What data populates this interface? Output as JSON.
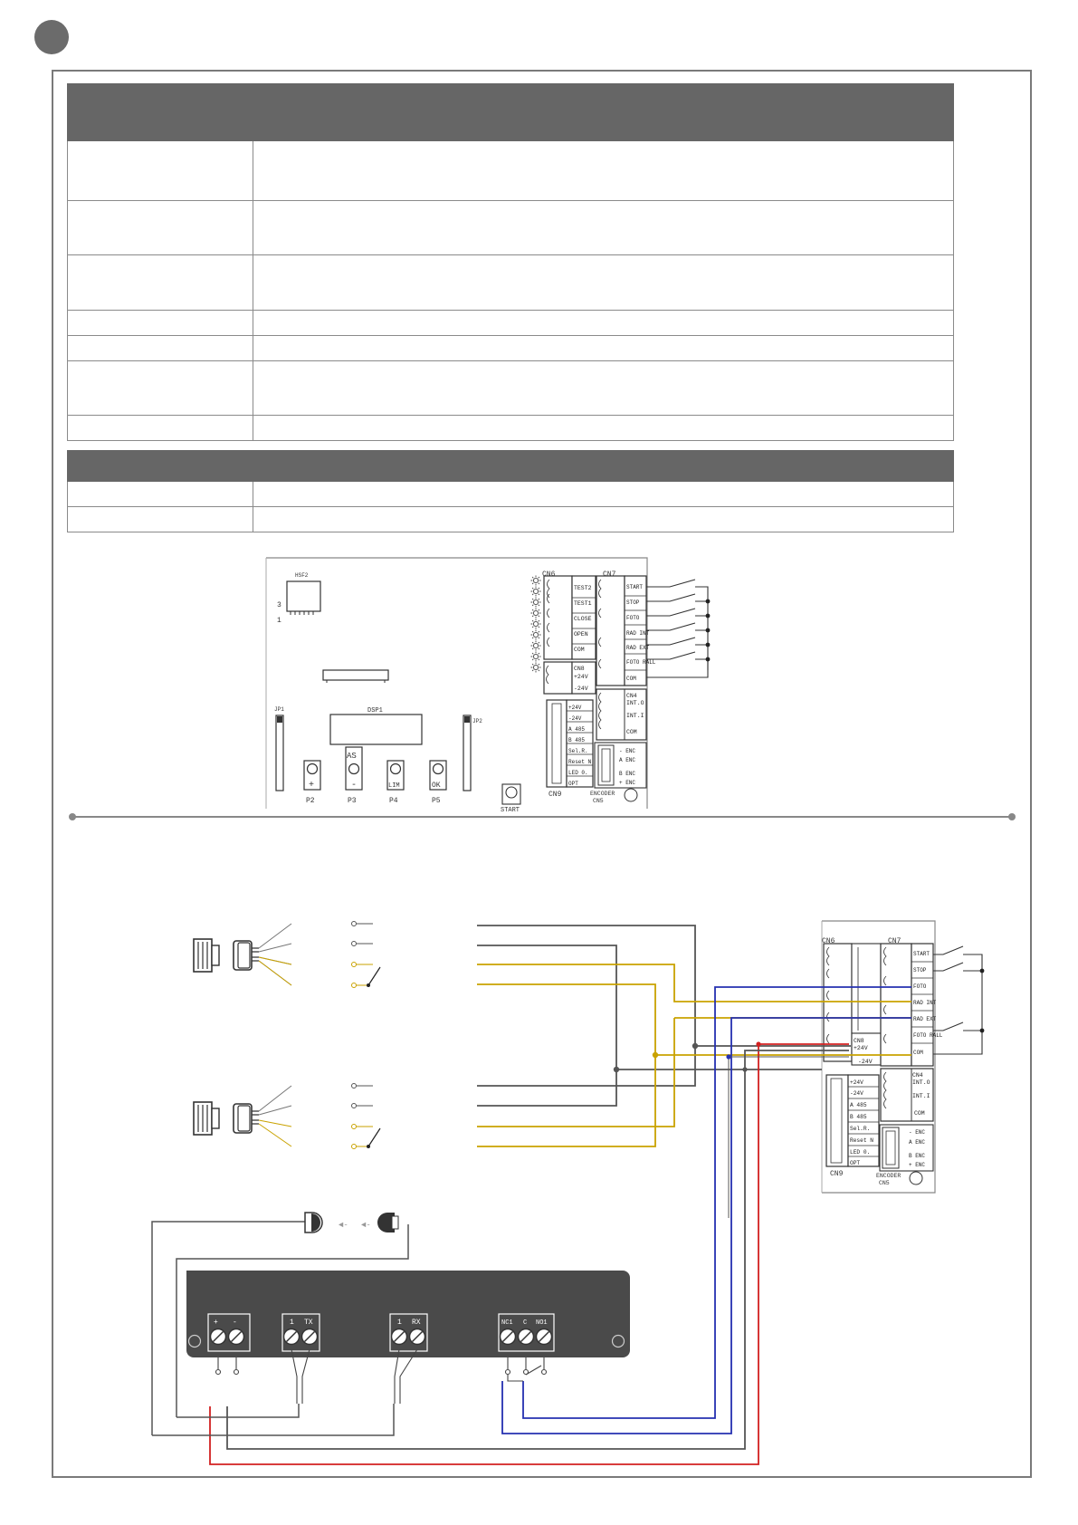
{
  "table1": {
    "header": "",
    "rows": [
      {
        "label": "",
        "value": ""
      },
      {
        "label": "",
        "value": ""
      },
      {
        "label": "",
        "value": ""
      },
      {
        "label": "",
        "value": ""
      },
      {
        "label": "",
        "value": ""
      },
      {
        "label": "",
        "value": ""
      },
      {
        "label": "",
        "value": ""
      }
    ]
  },
  "table2": {
    "header": "",
    "rows": [
      {
        "label": "",
        "value": ""
      },
      {
        "label": "",
        "value": ""
      }
    ]
  },
  "board1": {
    "hsf": "HSF2",
    "pin3": "3",
    "pin1": "1",
    "jp1": "JP1",
    "jp2": "JP2",
    "dsp": "DSP1",
    "cn6": "CN6",
    "cn7": "CN7",
    "cn8": "CN8",
    "cn4": "CN4",
    "cn9": "CN9",
    "cn5": "CN5",
    "encoder": "ENCODER",
    "start_btn": "START",
    "btn_as": "AS",
    "btn_plus": "+",
    "btn_minus": "-",
    "btn_lim": "LIM",
    "btn_ok": "OK",
    "p2": "P2",
    "p3": "P3",
    "p4": "P4",
    "p5": "P5",
    "cn6_terms": [
      "TEST2",
      "TEST1",
      "CLOSE",
      "OPEN",
      "COM"
    ],
    "cn7_terms": [
      "START",
      "STOP",
      "FOTO",
      "RAD INT",
      "RAD EXT",
      "FOTO RALL",
      "COM"
    ],
    "cn8_terms": [
      "+24V",
      "-24V"
    ],
    "cn4_terms": [
      "INT.O",
      "INT.I",
      "COM"
    ],
    "cn9_terms": [
      "+24V",
      "-24V",
      "A 485",
      "B 485",
      "Sel.R.",
      "Reset N",
      "LED 0.",
      "OPT"
    ],
    "enc_terms": [
      "- ENC",
      "A ENC",
      "B ENC",
      "+ ENC"
    ]
  },
  "board2": {
    "cn6": "CN6",
    "cn7": "CN7",
    "cn8": "CN8",
    "cn4": "CN4",
    "cn9": "CN9",
    "cn5": "CN5",
    "encoder": "ENCODER",
    "cn7_terms": [
      "START",
      "STOP",
      "FOTO",
      "RAD INT",
      "RAD EXT",
      "FOTO RALL",
      "COM"
    ],
    "cn8_terms": [
      "+24V",
      "-24V"
    ],
    "cn4_terms": [
      "INT.O",
      "INT.I",
      "COM"
    ],
    "cn9_terms": [
      "+24V",
      "-24V",
      "A 485",
      "B 485",
      "Sel.R.",
      "Reset N",
      "LED 0.",
      "OPT"
    ],
    "enc_terms": [
      "- ENC",
      "A ENC",
      "B ENC",
      "+ ENC"
    ]
  },
  "receiver": {
    "pwr_plus": "+",
    "pwr_minus": "-",
    "tx_1": "1",
    "tx_label": "TX",
    "rx_1": "1",
    "rx_label": "RX",
    "nc": "NC1",
    "c": "C",
    "no": "NO1"
  },
  "colors": {
    "frame": "#7a7a7a",
    "header": "#666666",
    "wire_gray": "#555555",
    "wire_yellow": "#c9a200",
    "wire_blue": "#2530b0",
    "wire_red": "#d22020",
    "receiver_body": "#4a4a4a"
  }
}
